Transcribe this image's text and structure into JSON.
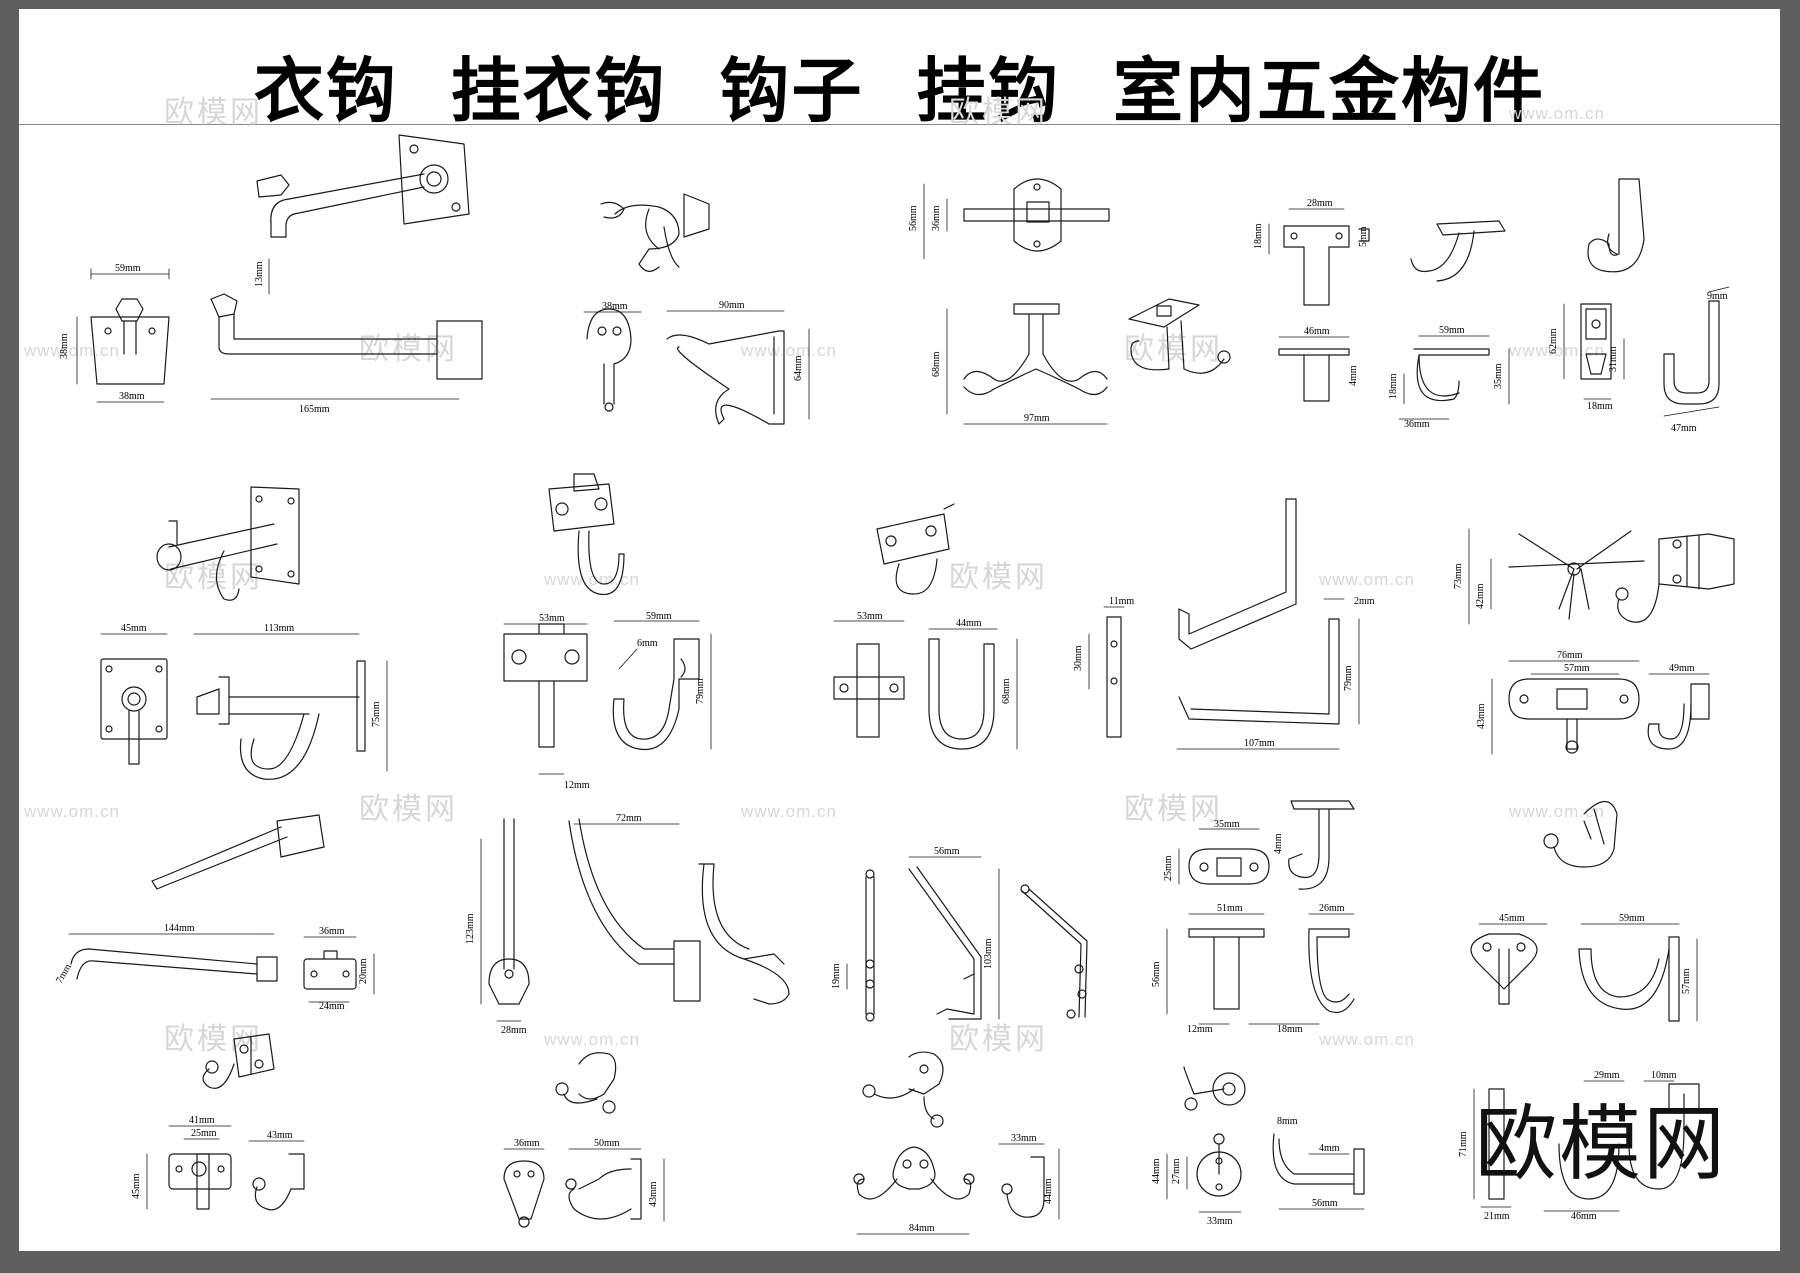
{
  "title": "衣钩  挂衣钩  钩子  挂钩  室内五金构件",
  "watermark": {
    "brand": "欧模网",
    "url": "www.om.cn"
  },
  "colors": {
    "frame": "#5f5f5f",
    "line": "#1a1a1a",
    "watermark": "#d7d7d7"
  },
  "dims": {
    "a": [
      "59mm",
      "38mm",
      "38mm",
      "13mm",
      "165mm"
    ],
    "b": [
      "38mm",
      "90mm",
      "64mm"
    ],
    "c": [
      "56mm",
      "36mm",
      "68mm",
      "97mm"
    ],
    "d": [
      "28mm",
      "18mm",
      "5mm",
      "46mm",
      "4mm",
      "59mm",
      "35mm",
      "18mm",
      "36mm"
    ],
    "e": [
      "62mm",
      "31mm",
      "18mm",
      "9mm",
      "47mm"
    ],
    "f": [
      "45mm",
      "113mm",
      "75mm"
    ],
    "g": [
      "53mm",
      "59mm",
      "6mm",
      "79mm",
      "12mm"
    ],
    "h": [
      "53mm",
      "44mm",
      "68mm"
    ],
    "i": [
      "11mm",
      "2mm",
      "30mm",
      "79mm",
      "107mm"
    ],
    "j": [
      "73mm",
      "42mm",
      "76mm",
      "57mm",
      "49mm",
      "43mm"
    ],
    "k": [
      "144mm",
      "36mm",
      "7mm",
      "20mm",
      "24mm"
    ],
    "l": [
      "72mm",
      "123mm",
      "28mm"
    ],
    "m": [
      "56mm",
      "19mm",
      "103mm"
    ],
    "n": [
      "35mm",
      "25mm",
      "4mm",
      "51mm",
      "26mm",
      "56mm",
      "12mm",
      "18mm"
    ],
    "o": [
      "45mm",
      "59mm",
      "57mm"
    ],
    "p": [
      "41mm",
      "25mm",
      "43mm",
      "45mm"
    ],
    "q": [
      "36mm",
      "50mm",
      "43mm"
    ],
    "r": [
      "33mm",
      "44mm",
      "84mm"
    ],
    "s": [
      "8mm",
      "4mm",
      "44mm",
      "27mm",
      "33mm",
      "56mm"
    ],
    "t": [
      "29mm",
      "10mm",
      "71mm",
      "21mm",
      "46mm"
    ]
  }
}
